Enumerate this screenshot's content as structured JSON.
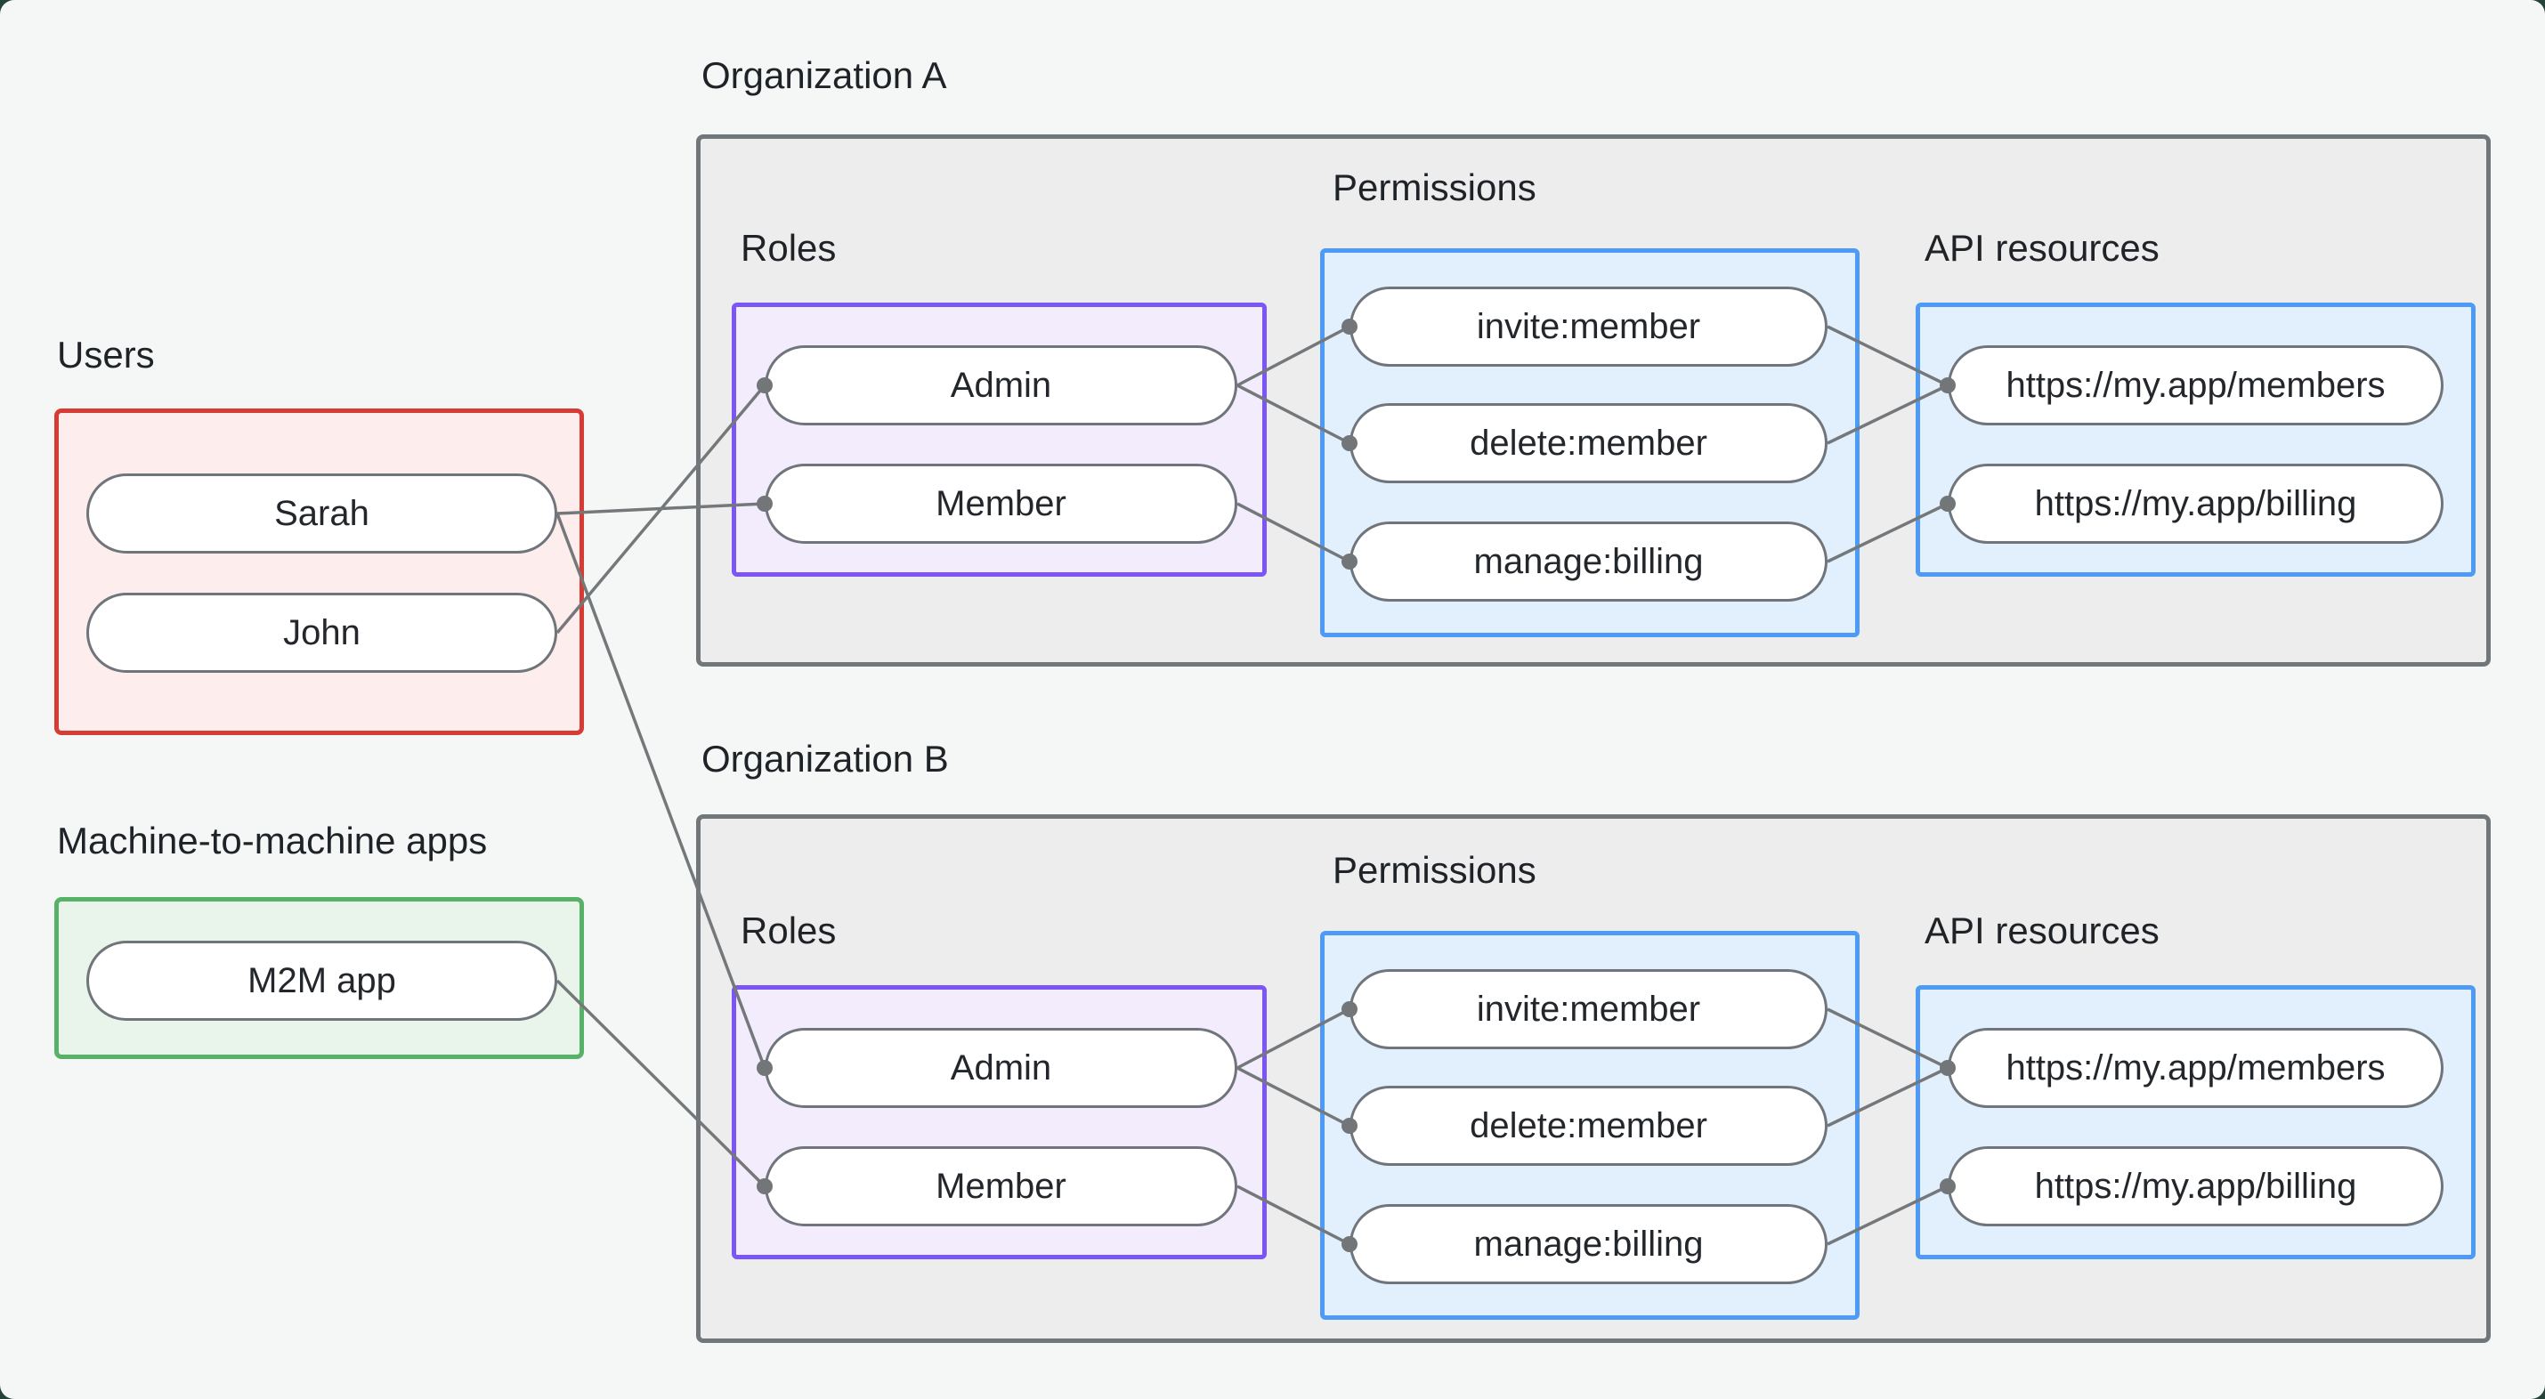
{
  "sections": {
    "users": {
      "label": "Users"
    },
    "m2m": {
      "label": "Machine-to-machine apps"
    }
  },
  "orgs": {
    "a": {
      "title": "Organization A",
      "roles": "Roles",
      "permissions": "Permissions",
      "api": "API resources"
    },
    "b": {
      "title": "Organization B",
      "roles": "Roles",
      "permissions": "Permissions",
      "api": "API resources"
    }
  },
  "nodes": {
    "sarah": {
      "label": "Sarah"
    },
    "john": {
      "label": "John"
    },
    "m2m_app": {
      "label": "M2M app"
    },
    "orgA": {
      "admin": {
        "label": "Admin"
      },
      "member": {
        "label": "Member"
      },
      "invite": {
        "label": "invite:member"
      },
      "delete": {
        "label": "delete:member"
      },
      "manage": {
        "label": "manage:billing"
      },
      "members_api": {
        "label": "https://my.app/members"
      },
      "billing_api": {
        "label": "https://my.app/billing"
      }
    },
    "orgB": {
      "admin": {
        "label": "Admin"
      },
      "member": {
        "label": "Member"
      },
      "invite": {
        "label": "invite:member"
      },
      "delete": {
        "label": "delete:member"
      },
      "manage": {
        "label": "manage:billing"
      },
      "members_api": {
        "label": "https://my.app/members"
      },
      "billing_api": {
        "label": "https://my.app/billing"
      }
    }
  },
  "edges": [
    {
      "from": "sarah",
      "to": "orgA.member"
    },
    {
      "from": "john",
      "to": "orgA.admin"
    },
    {
      "from": "sarah",
      "to": "orgB.admin"
    },
    {
      "from": "m2m_app",
      "to": "orgB.member"
    },
    {
      "from": "orgA.admin",
      "to": "orgA.invite"
    },
    {
      "from": "orgA.admin",
      "to": "orgA.delete"
    },
    {
      "from": "orgA.member",
      "to": "orgA.manage"
    },
    {
      "from": "orgA.invite",
      "to": "orgA.members_api"
    },
    {
      "from": "orgA.delete",
      "to": "orgA.members_api"
    },
    {
      "from": "orgA.manage",
      "to": "orgA.billing_api"
    },
    {
      "from": "orgB.admin",
      "to": "orgB.invite"
    },
    {
      "from": "orgB.admin",
      "to": "orgB.delete"
    },
    {
      "from": "orgB.member",
      "to": "orgB.manage"
    },
    {
      "from": "orgB.invite",
      "to": "orgB.members_api"
    },
    {
      "from": "orgB.delete",
      "to": "orgB.members_api"
    },
    {
      "from": "orgB.manage",
      "to": "orgB.billing_api"
    }
  ],
  "colors": {
    "page_background": "#f5f7f6",
    "outer_background": "#24443a",
    "users_border": "#d63c33",
    "users_fill": "#fdedec",
    "m2m_border": "#57b268",
    "m2m_fill": "#e9f4ea",
    "org_border": "#70767a",
    "org_fill": "#ededee",
    "roles_border": "#7b55f6",
    "roles_fill": "#f2ecfd",
    "blue_border": "#4e9bf7",
    "blue_fill": "#e2effc",
    "pill_border": "#6f757a",
    "pill_fill": "#ffffff",
    "connector": "#75787a",
    "text": "#1f2327"
  }
}
